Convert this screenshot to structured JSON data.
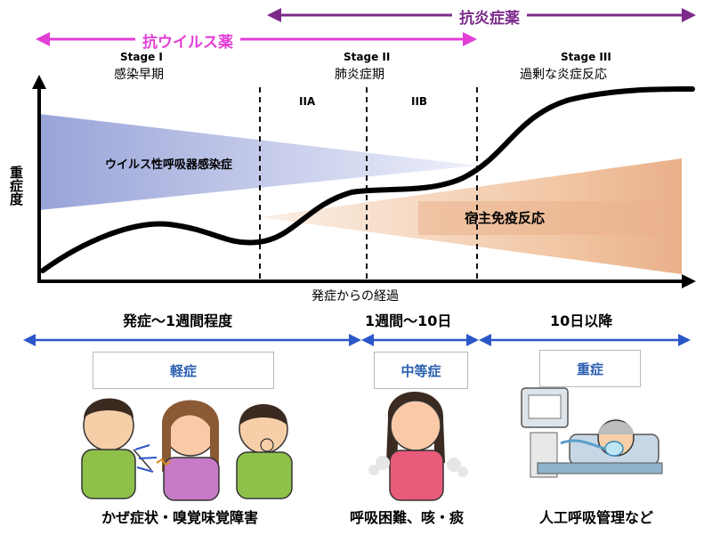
{
  "arrows": {
    "antiviral": "抗ウイルス薬",
    "antiinflammatory": "抗炎症薬"
  },
  "stages": [
    {
      "name": "Stage I",
      "desc": "感染早期"
    },
    {
      "name": "Stage II",
      "desc": "肺炎症期"
    },
    {
      "name": "Stage III",
      "desc": "過剰な炎症反応"
    }
  ],
  "substages": [
    "IIA",
    "IIB"
  ],
  "graph": {
    "ylabel": "重症度",
    "xlabel": "発症からの経過",
    "virus_label": "ウイルス性呼吸器感染症",
    "host_label": "宿主免疫反応"
  },
  "periods": [
    {
      "time": "発症〜1週間程度",
      "severity": "軽症",
      "symptoms": "かぜ症状・嗅覚味覚障害"
    },
    {
      "time": "1週間〜10日",
      "severity": "中等症",
      "symptoms": "呼吸困難、咳・痰"
    },
    {
      "time": "10日以降",
      "severity": "重症",
      "symptoms": "人工呼吸管理など"
    }
  ],
  "colors": {
    "antiviral": "#e23fd6",
    "antiinflammatory": "#7b2a8a",
    "timeline": "#2b57c9",
    "box_text": "#2a5fb0"
  }
}
